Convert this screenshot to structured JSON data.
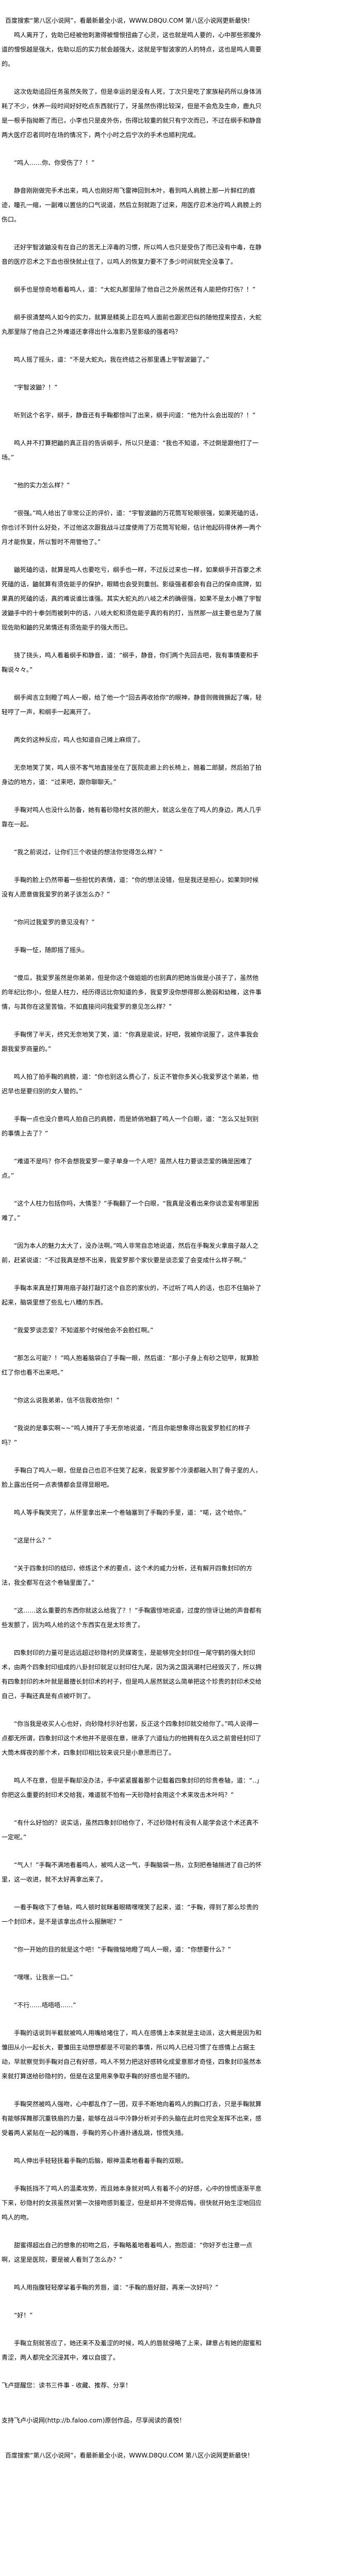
{
  "header": {
    "banner": "百度搜索“第八区小说网”，看最新最全小说，WWW.D8QU.COM   第八区小说网更新最快！"
  },
  "paragraphs": [
    "鸣人离开了，佐助已经被他刺激得被憎恨扭曲了心灵，这也就是鸣人要的，心中那些邪魔外道的憎恨越是强大，佐助以后的实力就会越强大，这就是宇智波家的人的特点，这也是鸣人需要的。",
    "这次佐助追回任务虽然失败了，但是幸运的是没有人死，丁次只是吃了家族秘药所以身体消耗了不少，休养一段时间好好吃点东西就行了，牙虽然伤得比较深，但是不会危及生命，鹿丸只是一根手指拗断了而已，小李也只是皮外伤，伤得比较重的就只有宁次而已，不过在纲手和静音两大医疗忍者同时在场的情况下，两个小时之后宁次的手术也顺利完成。",
    "“鸣人……你、你受伤了？！”",
    "静音刚刚做完手术出来，鸣人也刚好用飞雷神回到木叶，看到鸣人肩膀上那一片鲜红的痕迹，瞳孔一缩，一副难以置信的口气说道，然后立刻就跑了过来，用医疗忍术治疗鸣人肩膀上的伤口。",
    "还好宇智波鼬没有在自己的苦无上淬毒的习惯，所以鸣人也只是受伤了而已没有中毒，在静音的医疗忍术之下血也很快就止住了，以鸣人的恢复力要不了多少时间就完全没事了。",
    "纲手也是惊奇地看着鸣人，道：“大蛇丸那里除了他自己之外居然还有人能把你打伤？！”",
    "纲手很清楚鸣人如今的实力，就算是精英上忍在鸣人面前也跟泥巴似的随他捏来捏去，大蛇丸那里除了他自己之外难道还拿得出什么准影乃至影级的强者吗？",
    "鸣人摇了摇头，道：“不是大蛇丸，我在终结之谷那里遇上宇智波鼬了。”",
    "“宇智波鼬？！”",
    "听到这个名字，纲手，静音还有手鞠都惊叫了出来，纲手问道：“他为什么会出现的？！”",
    "鸣人并不打算把鼬的真正目的告诉纲手，所以只是道：“我也不知道，不过倒是跟他打了一场。”",
    "“他的实力怎么样？”",
    "“很强。”鸣人给出了非常公正的评价，道：“宇智波鼬的万花筒写轮眼很强，如果死磕的话，你也讨不到什么好处，不过他这次跟我战斗过度使用了万花筒写轮眼，估计他起码得休养一两个月才能恢复，所以暂时不用管他了。”",
    "鼬死磕的话，就算是鸣人也要吃亏，纲手也一样，不过反过来也一样，如果纲手开百豪之术死磕的话，鼬就算有须佐能乎的保护，眼睛也会受到重创。影级强者都会有自己的保命底牌，如果真的死磕的话，真的难说谁比谁强。其实大蛇丸的八岐之术的确很强，如果不是太小瞧了宇智波鼬手中的十拳剑而被刺中的话，八岐大蛇和须佐能乎真的有的打，当然那一战主要也是为了展现佐助和鼬的兄弟情还有须佐能乎的强大而已。",
    "挠了挠头，鸣人看着纲手和静音，道：“纲手，静音，你们两个先回去吧，我有事情要和手鞠说々々。”",
    "纲手闻言立刻瞪了鸣人一眼，给了他一个“回去再收拾你”的眼神，静音则微微撅起了嘴，轻轻哼了一声，和纲手一起离开了。",
    "两女的这种反应，鸣人也知道自己摊上麻烦了。",
    "无奈地笑了笑，鸣人很不客气地直接坐在了医院走廊上的长椅上，翘着二郎腿，然后拍了拍身边的地方，道：“过来吧，跟你聊聊天。”",
    "手鞠对鸣人也没什么防备，她有着砂隐村女孩的胆大，就这么坐在了鸣人的身边，两人几乎靠在一起。",
    "“我之前说过，让你们三个收徒的想法你觉得怎么样？”",
    "手鞠的脸上仍然带着一些担忧的表情，道：“你的想法没错，但是我还是担心，如果到时候没有人愿意做我爱罗的弟子该怎么办？”",
    "“你问过我爱罗的意见没有？”",
    "手鞠一怔，随即摇了摇头。",
    "“傻瓜，我爱罗虽然是你弟弟，但是你这个做姐姐的也别真的把她当做是小孩子了，虽然他的年纪比你小，但是人柱力，经历得远比你知道的多，我爱罗没你想得那么脆弱和幼稚，这件事情，与其你在这里苦恼，不如直接问问我爱罗的意见怎么样？”",
    "手鞠愣了半天，终究无奈地笑了笑，道：“你真是能说，好吧，我被你说服了，这件事我会跟我爱罗商量的。”",
    "鸣人拍了拍手鞠的肩膀，道：“你也别这么费心了，反正不管你多关心我爱罗这个弟弟，他迟早也是要归别的女人管的。”",
    "手鞠一点也没介意鸣人拍自己的肩膀，而是娇俏地翻了鸣人一个白眼，道：“怎么又扯到别的事情上去了？”",
    "“难道不是吗？你不会想我爱罗一辈子单身一个人吧？虽然人柱力要谈恋爱的确是困难了点。”",
    "“这个人柱力包括你吗，大情圣？”手鞠翻了一个白眼，“我真是没看出来你谈恋爱有哪里困难了。”",
    "“因为本人的魅力太大了，没办法啊。”鸣人非常自恋地说道，然后在手鞠发火拿扇子敲人之前，赶紧说道：“不过我真是想不出来，我爱罗那个家伙要是谈恋爱了会变成什么样子啊。”",
    "手鞠本来真是打算用扇子敲打敲打这个自恋的家伙的，不过听了鸣人的话，也忍不住脑补了起来，脑袋里想了些乱七八糟的东西。",
    "“我爱罗谈恋爱？不知道那个时候他会不会脸红啊。”",
    "“那怎么可能？！”鸣人抱着脑袋白了手鞠一眼，然后道：“那小子身上有砂之铠甲，就算脸红了你也看不出来吧。”",
    "“你这么说我弟弟，信不信我收拾你！”",
    "“我说的是事实啊~~”鸣人摊开了手无奈地说道，“而且你能想象得出我爱罗脸红的样子吗？”",
    "手鞠白了鸣人一眼，但是自己也忍不住笑了起来，我爱罗那个冷漠都融入到了骨子里的人，脸上露出任何一点表情都会显得显眼吧。",
    "鸣人等手鞠笑完了，从怀里拿出来一个卷轴塞到了手鞠的手里，道：“喏，这个给你。”",
    "“这是什么？”",
    "“关于四象封印的结印，修炼这个术的要点，这个术的威力分析，还有解开四象封印的方法，我全都写在这个卷轴里面了。”",
    "“这……这么重要的东西你就这么给我了？！”手鞠震惊地说道，过度的惊讶让她的声音都有些发颤了，因为鸣人给的这个东西实在是太珍贵了。",
    "四象封印的力量可是远远超过砂隐村的灵媒寄生，是能够完全封印住一尾守鹤的强大封印术，由两个四象封印组成的八卦封印就足以封印住九尾，因为涡之国涡潮村已经毁灭了，所以拥有四象封印的木叶就是最擅长封印术的村子，但是鸣人居然就这么简单把这个珍贵的封印术交给自己，手鞠还真是有点被吓到了。",
    "“你当我是收买人心也好，向砂隐村示好也罢，反正这个四象封印就交给你了。”鸣人说得一点都无所谓，四象封印这个术他并不是很在意，继承了六道仙力的他拥有在久远之前曾经封印了大筒木辉夜的那个术，四象封印相比较来说只是小意思而已了。",
    "鸣人不在意，但是手鞠却没办法，手中紧紧握着那个记载着四象封印的珍贵卷轴，道：“‥」你把这么重要的封印术交给我，难道就不怕有一天砂隐村会用这个术来攻击木叶吗？”",
    "“有什么好怕的？说实话，虽然四象封印给你了，不过砂隐村有没有人能学会这个术还真不一定呢。”",
    "“气人！”手鞠不满地看着鸣人，被鸣人这一气，手鞠脑袋一热，立刻把卷轴揣进了自己的怀里，这一收进，就不太好再拿出来了。",
    "一看手鞠收下了卷轴，鸣人顿时就眯着眼睛嘿嘿笑了起来，道：“手鞠，得到了那么珍贵的一个封印术，是不是该拿出点什么报酬呢？”",
    "“你一开始的目的就是这个吧！”手鞠微恼地瞪了鸣人一眼，道：“你想要什么？”",
    "“嘿嘿，让我亲一口。”",
    "“不行……唔唔唔……”",
    "手鞠的话说到半截就被鸣人用嘴给堵住了，鸣人在感情上本来就是主动派，这大概是因为和雏田从小一起长大，要雏田主动想想都是不可能的事情，所以鸣人已经习惯了在感情上占据主动，早就察觉到手鞠对自己有好感，鸣人不努力把这好感转化成爱意那才奇怪，四象封印虽然本来就打算送给砂隐村的，但是在这里用来争取手鞠的好感也是不错的。",
    "手鞠突然被鸣人强吻，心中都乱作了一团，双手不断地向着鸣人的胸口打去，只是手鞠就算有能够挥舞那沉重铁扇的力量，能够在战斗中冷静分析对手的头脑在此时也完全发挥不出来，感受着两人紧贴在一起的嘴唇，手鞠的芳心扑通扑通乱跳，惊慌失措。",
    "鸣人伸出手轻轻抚着手鞠的后脑，眼神温柔地看着手鞠的双眼。",
    "手鞠抵挡不了鸣人的温柔攻势，而且她本身就对鸣人有着不小的好感，心中的惊慌逐渐平息下来，砂隐村的女孩虽然对第一次接吻感到羞涩，但是却并不觉得后悔，很快就开始生涩地回应鸣人的吻。",
    "甜蜜得超出自己的想象的初吻之后，手鞠略羞地看着鸣人，抱怨道：“你好歹也注意一点啊，这里是医院，要是被人看到了怎么办？”",
    "鸣人用指腹轻轻摩挲着手鞠的芳唇，道：“手鞠的唇好甜，再来一次好吗？”",
    "“好！”",
    "手鞠立刻就答应了，她还来不及羞涩的时候，鸣人的唇就侵略了上来，肆意占有她的甜蜜和青涩，两人都完全沉浸其中，难以自拔了。"
  ],
  "footer": {
    "reminder": "飞卢提醒您：读书三件事 - 收藏、推荐、分享！",
    "support": "支持飞卢小说网(http://b.faloo.com)原创作品，尽享阅读的喜悦！",
    "banner": "百度搜索“第八区小说网”，看最新最全小说，WWW.D8QU.COM   第八区小说网更新最快！"
  }
}
